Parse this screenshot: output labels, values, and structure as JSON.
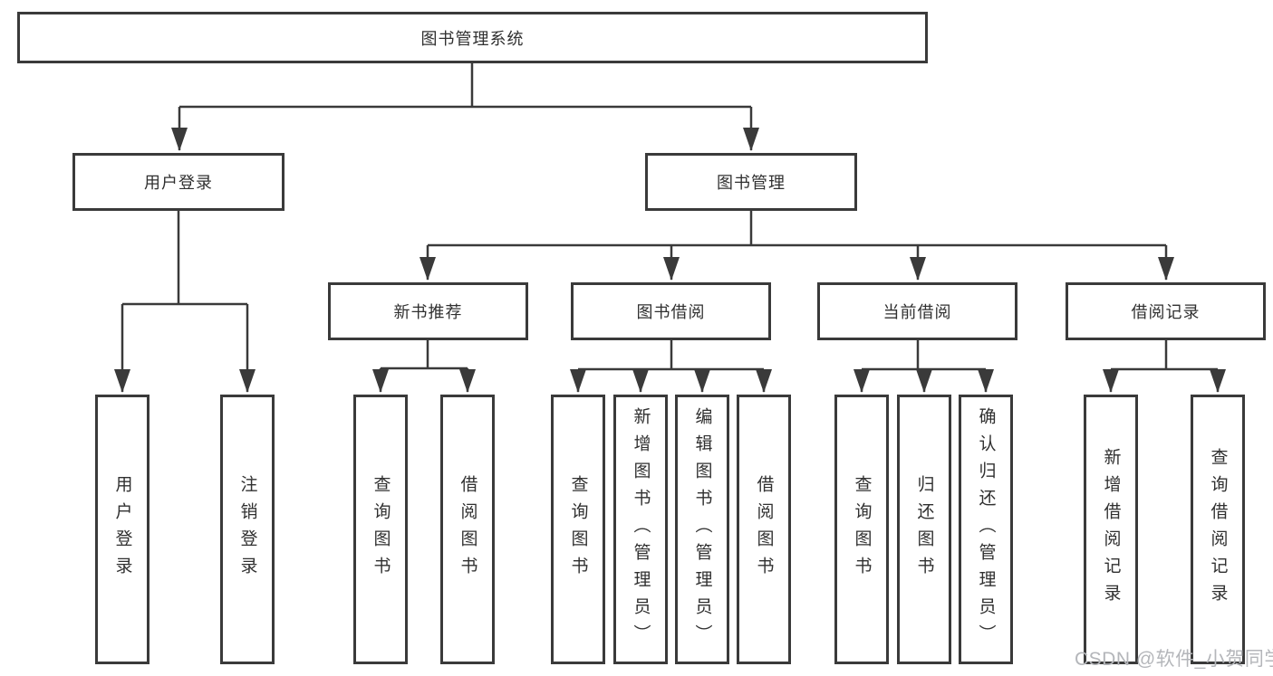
{
  "diagram": {
    "type": "hierarchy-tree",
    "title": "图书管理系统",
    "colors": {
      "line": "#3a3a3a",
      "box_border": "#3a3a3a",
      "text": "#303030",
      "background": "#ffffff",
      "watermark": "#b4b6ba"
    },
    "watermark": "CSDN @软件_小贺同学",
    "nodes": {
      "root": {
        "label": "图书管理系统"
      },
      "user_login": {
        "label": "用户登录"
      },
      "book_management": {
        "label": "图书管理"
      },
      "new_book_recommend": {
        "label": "新书推荐"
      },
      "book_borrow": {
        "label": "图书借阅"
      },
      "current_borrow": {
        "label": "当前借阅"
      },
      "borrow_records": {
        "label": "借阅记录"
      },
      "leaf_user_login": {
        "label": "用户登录"
      },
      "leaf_logout": {
        "label": "注销登录"
      },
      "leaf_query_book_a": {
        "label": "查询图书"
      },
      "leaf_borrow_book_a": {
        "label": "借阅图书"
      },
      "leaf_query_book_b": {
        "label": "查询图书"
      },
      "leaf_add_book_admin": {
        "label": "新增图书（管理员）"
      },
      "leaf_edit_book_admin": {
        "label": "编辑图书（管理员）"
      },
      "leaf_borrow_book_b": {
        "label": "借阅图书"
      },
      "leaf_query_book_c": {
        "label": "查询图书"
      },
      "leaf_return_book": {
        "label": "归还图书"
      },
      "leaf_confirm_return_admin": {
        "label": "确认归还（管理员）"
      },
      "leaf_add_borrow_record": {
        "label": "新增借阅记录"
      },
      "leaf_query_borrow_record": {
        "label": "查询借阅记录"
      }
    },
    "hierarchy": {
      "图书管理系统": {
        "用户登录": [
          "用户登录",
          "注销登录"
        ],
        "图书管理": {
          "新书推荐": [
            "查询图书",
            "借阅图书"
          ],
          "图书借阅": [
            "查询图书",
            "新增图书（管理员）",
            "编辑图书（管理员）",
            "借阅图书"
          ],
          "当前借阅": [
            "查询图书",
            "归还图书",
            "确认归还（管理员）"
          ],
          "借阅记录": [
            "新增借阅记录",
            "查询借阅记录"
          ]
        }
      }
    }
  }
}
